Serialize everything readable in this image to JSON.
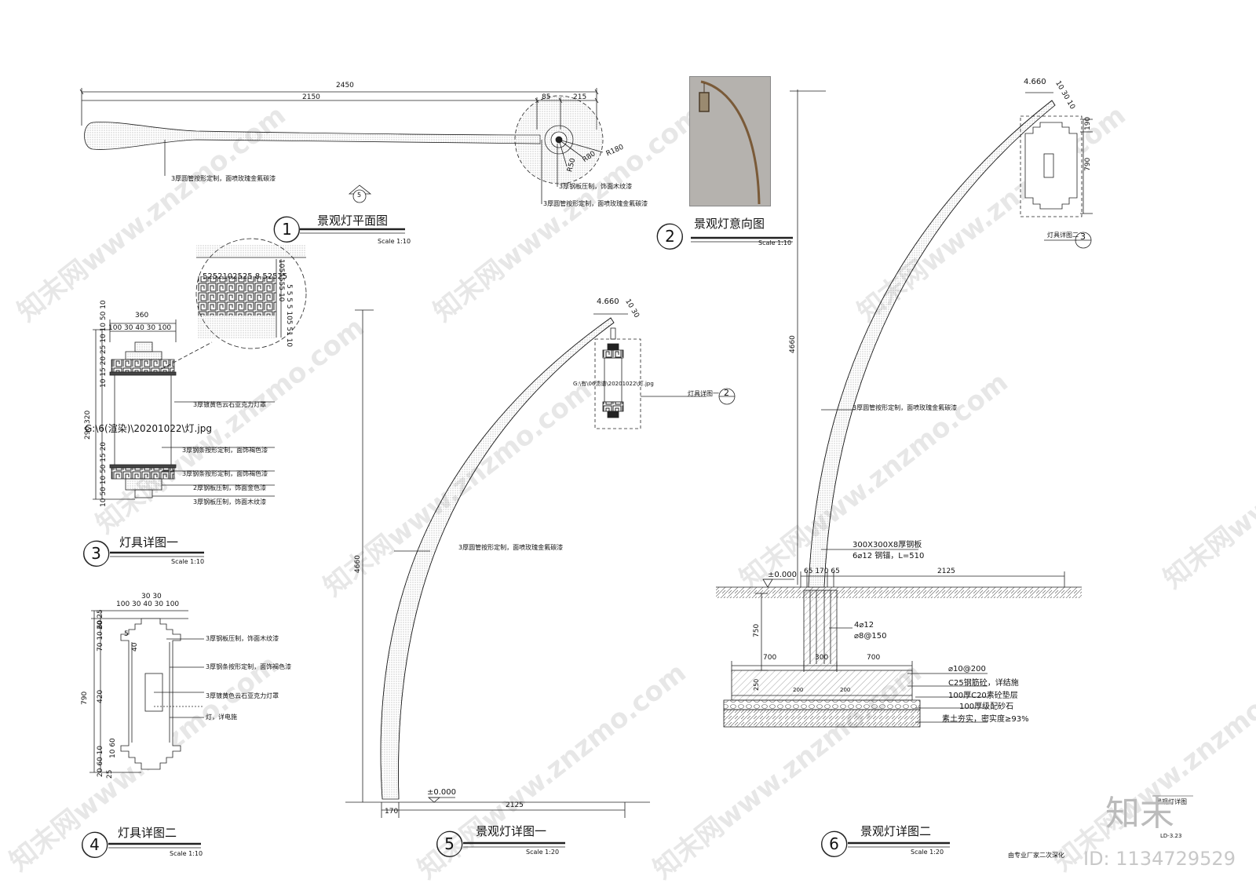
{
  "plan": {
    "dim_total": "2450",
    "dim_arm": "2150",
    "dim_a": "85",
    "dim_b": "215",
    "r180": "R180",
    "r80": "R80",
    "r50": "R50",
    "note_arm": "3厚圆管按形定制，面喷玫瑰金氟碳漆",
    "note_plate": "3厚钢板压制，饰面木纹漆",
    "note_pipe": "3厚圆管按形定制，面喷玫瑰金氟碳漆",
    "ref": "5",
    "title_no": "1",
    "title": "景观灯平面图",
    "scale": "Scale 1:10"
  },
  "photo": {
    "title_no": "2",
    "title": "景观灯意向图",
    "scale": "Scale 1:10"
  },
  "lamp1": {
    "dim_width": "360",
    "dim_parts": "100 30 40 30 100",
    "zoom_dims": "5252102525 8 52525",
    "zoom_side": "1055555 10",
    "zoom_side2": "5 5 5 5 105 51 10",
    "left_dims_top": "10 15 20 25 10 10 50 10",
    "left_dims_mid": "290 320",
    "left_dims_bot": "10 50 10 50 15 20",
    "path": "G:\\6(渲染)\\20201022\\灯.jpg",
    "path_short": "G:\\有\\06溃谱\\20201022\\灯.jpg",
    "notes": [
      "3厚镀黄色云石亚克力灯罩",
      "3厚钢条按形定制，面饰褐色漆",
      "3厚钢条按形定制，面饰褐色漆",
      "2厚钢板压制，饰面金色漆",
      "3厚钢板压制，饰面木纹漆"
    ],
    "title_no": "3",
    "title": "灯具详图一",
    "scale": "Scale 1:10"
  },
  "lamp2": {
    "dim_top": "30  30",
    "dim_parts": "100 30 40 30 100",
    "dim_790": "790",
    "dim_420": "420",
    "left_top": "20 25",
    "left_a": "70 10 60",
    "left_b": "5",
    "left_c": "40",
    "left_bot": "10 60",
    "left_bot2": "20 60 10",
    "left_bot3": "25",
    "notes": [
      "3厚钢板压制，饰面木纹漆",
      "3厚钢条按形定制，面饰褐色漆",
      "3厚镀黄色云石亚克力灯罩",
      "灯，详电施"
    ],
    "title_no": "4",
    "title": "灯具详图二",
    "scale": "Scale 1:10"
  },
  "elev1": {
    "elev_top": "4.660",
    "dim_height": "4660",
    "dim_170": "170",
    "dim_2125": "2125",
    "zero": "±0.000",
    "tip_dims": "10 30",
    "note_pole": "3厚圆管按形定制，面喷玫瑰金氟碳漆",
    "detail_ref": "灯具详图一",
    "detail_no": "2",
    "title_no": "5",
    "title": "景观灯详图一",
    "scale": "Scale 1:20"
  },
  "elev2": {
    "elev_top": "4.660",
    "tip_dims": "10 30 10",
    "dim_190": "190",
    "dim_790": "790",
    "detail_ref": "灯具详图二",
    "detail_no": "3",
    "dim_height": "4660",
    "note_pole": "3厚圆管按形定制，面喷玫瑰金氟碳漆",
    "plate": "300X300X8厚钢板",
    "anchor": "6⌀12 钢锚，L=510",
    "zero": "±0.000",
    "top_dims": "65 170 65",
    "dim_2125": "2125",
    "dim_750": "750",
    "rebar1": "4⌀12",
    "rebar2": "⌀8@150",
    "dim_700a": "700",
    "dim_300": "300",
    "dim_700b": "700",
    "dim_250": "250",
    "dim_200a": "200",
    "dim_200b": "200",
    "layers": [
      "⌀10@200",
      "C25钢筋砼，详结施",
      "100厚C20素砼垫层",
      "100厚级配砂石",
      "素土夯实，密实度≥93%"
    ],
    "title_no": "6",
    "title": "景观灯详图二",
    "scale": "Scale 1:20"
  },
  "footer": {
    "label": "景观灯详图",
    "code": "LD-3.23",
    "note": "由专业厂家二次深化",
    "brand": "知末",
    "id": "ID: 1134729529"
  },
  "watermark": {
    "text": "知末网www.znzmo.com"
  }
}
